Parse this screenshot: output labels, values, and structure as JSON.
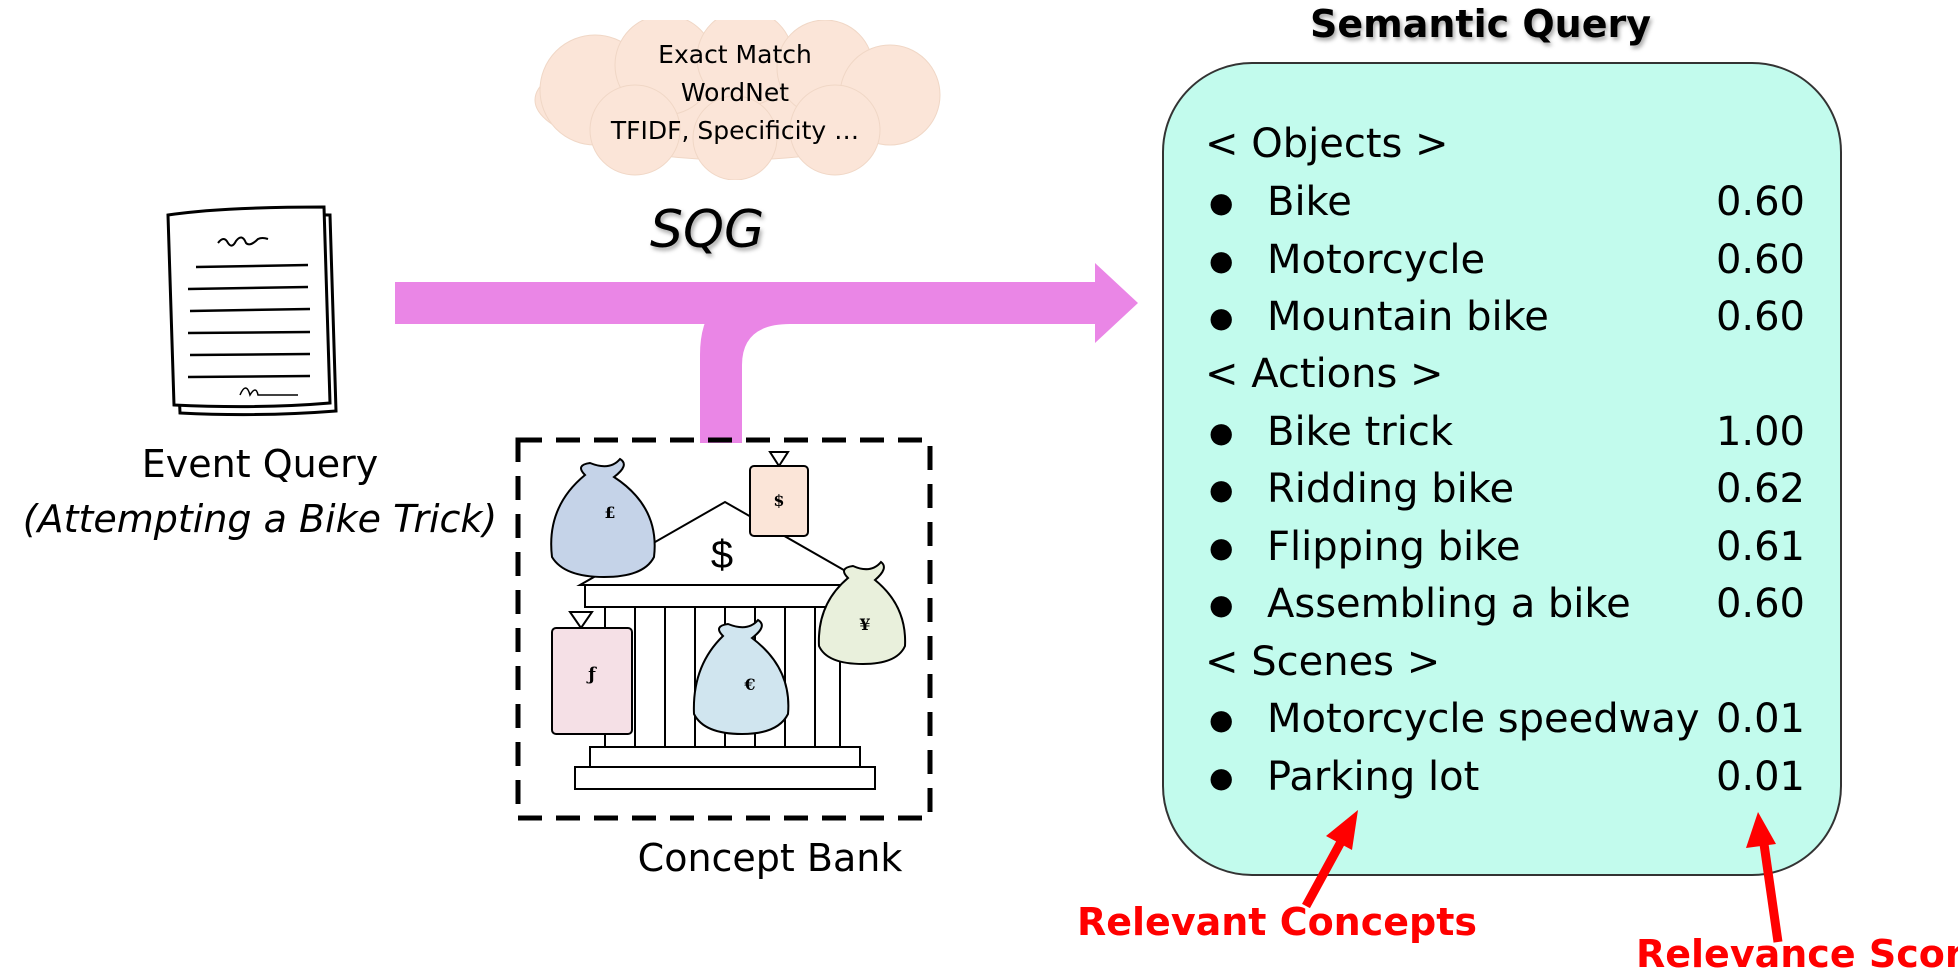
{
  "cloud": {
    "lines": [
      "Exact Match",
      "WordNet",
      "TFIDF, Specificity …"
    ]
  },
  "sqg_label": "SQG",
  "event_query": {
    "label": "Event Query",
    "sublabel": "(Attempting a Bike Trick)"
  },
  "concept_bank": {
    "label": "Concept Bank",
    "bag_symbols": [
      "£",
      "$",
      "¥",
      "ƒ",
      "€"
    ],
    "bank_symbol": "$"
  },
  "semantic_query": {
    "title": "Semantic Query",
    "sections": [
      {
        "heading": "< Objects >",
        "items": [
          {
            "name": "Bike",
            "score": "0.60"
          },
          {
            "name": "Motorcycle",
            "score": "0.60"
          },
          {
            "name": "Mountain bike",
            "score": "0.60"
          }
        ]
      },
      {
        "heading": "< Actions >",
        "items": [
          {
            "name": "Bike trick",
            "score": "1.00"
          },
          {
            "name": "Ridding bike",
            "score": "0.62"
          },
          {
            "name": "Flipping bike",
            "score": "0.61"
          },
          {
            "name": "Assembling a bike",
            "score": "0.60"
          }
        ]
      },
      {
        "heading": "< Scenes >",
        "items": [
          {
            "name": "Motorcycle speedway",
            "score": "0.01"
          },
          {
            "name": "Parking lot",
            "score": "0.01"
          }
        ]
      }
    ]
  },
  "annotations": {
    "relevant_concepts": "Relevant Concepts",
    "relevance_score": "Relevance Score"
  },
  "colors": {
    "arrow": "#ea86e6",
    "panel": "#c2fbed",
    "annotation": "#ff0000",
    "cloud": "#fbe5d8"
  }
}
